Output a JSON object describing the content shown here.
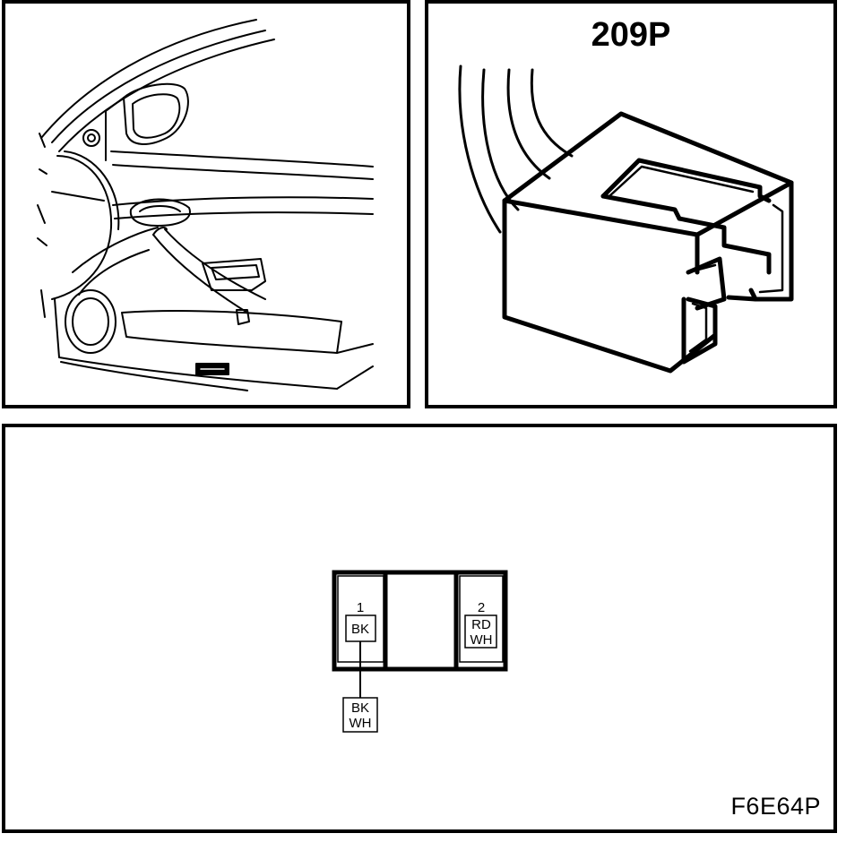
{
  "connector": {
    "code": "209P"
  },
  "pinout": {
    "pins": [
      {
        "number": "1",
        "wire_color": [
          "BK"
        ]
      },
      {
        "number": "2",
        "wire_color": [
          "RD",
          "WH"
        ]
      }
    ],
    "splice_wire": [
      "BK",
      "WH"
    ]
  },
  "figure_code": "F6E64P"
}
